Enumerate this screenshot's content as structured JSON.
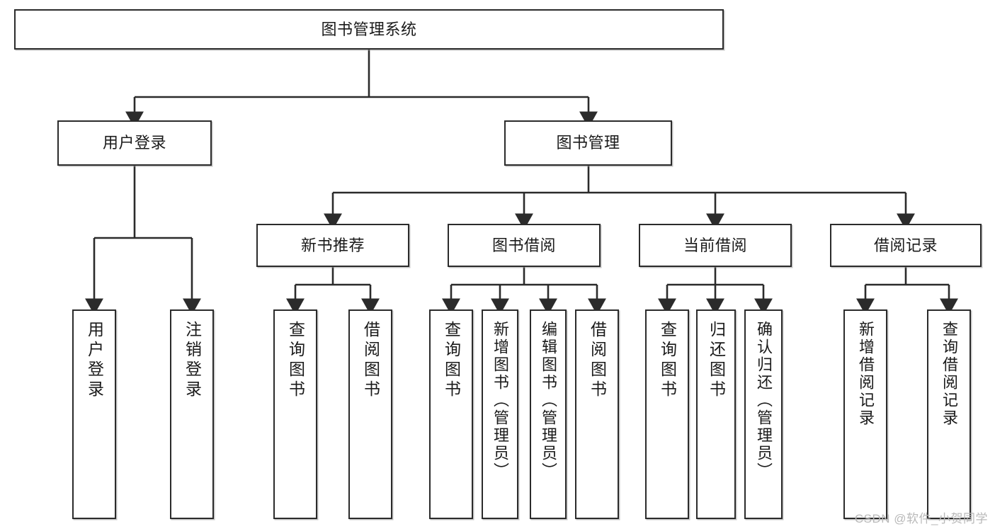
{
  "diagram": {
    "title": "图书管理系统",
    "type": "tree-hierarchy",
    "stroke_color": "#2b2b2b",
    "background_color": "#ffffff",
    "text_color": "#1a1a1a",
    "watermark": "CSDN @软件_小贺同学"
  },
  "nodes": {
    "root": {
      "label": "图书管理系统"
    },
    "level2": [
      {
        "label": "用户登录"
      },
      {
        "label": "图书管理"
      }
    ],
    "level3": [
      {
        "label": "新书推荐"
      },
      {
        "label": "图书借阅"
      },
      {
        "label": "当前借阅"
      },
      {
        "label": "借阅记录"
      }
    ],
    "leaves": {
      "user_login": [
        {
          "label": "用户登录"
        },
        {
          "label": "注销登录"
        }
      ],
      "new_book_recommend": [
        {
          "label": "查询图书"
        },
        {
          "label": "借阅图书"
        }
      ],
      "book_borrow": [
        {
          "label": "查询图书"
        },
        {
          "label": "新增图书（管理员）"
        },
        {
          "label": "编辑图书（管理员）"
        },
        {
          "label": "借阅图书"
        }
      ],
      "current_borrow": [
        {
          "label": "查询图书"
        },
        {
          "label": "归还图书"
        },
        {
          "label": "确认归还（管理员）"
        }
      ],
      "borrow_records": [
        {
          "label": "新增借阅记录"
        },
        {
          "label": "查询借阅记录"
        }
      ]
    }
  }
}
